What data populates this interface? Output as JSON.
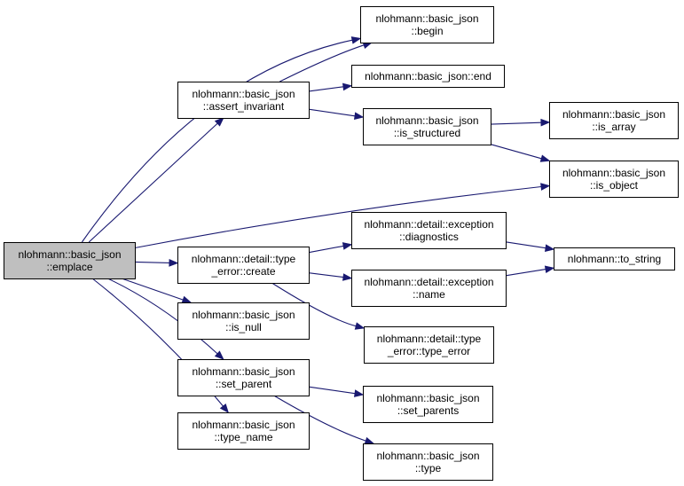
{
  "diagram": {
    "colors": {
      "edge": "#191970",
      "root_fill": "#bfbfbf",
      "node_fill": "#ffffff",
      "border": "#000000"
    },
    "nodes": {
      "emplace": [
        "nlohmann::basic_json",
        "::emplace"
      ],
      "begin": [
        "nlohmann::basic_json",
        "::begin"
      ],
      "assert_invariant": [
        "nlohmann::basic_json",
        "::assert_invariant"
      ],
      "end": [
        "nlohmann::basic_json::end"
      ],
      "is_structured": [
        "nlohmann::basic_json",
        "::is_structured"
      ],
      "is_array": [
        "nlohmann::basic_json",
        "::is_array"
      ],
      "is_object": [
        "nlohmann::basic_json",
        "::is_object"
      ],
      "type_error_create": [
        "nlohmann::detail::type",
        "_error::create"
      ],
      "diagnostics": [
        "nlohmann::detail::exception",
        "::diagnostics"
      ],
      "to_string": [
        "nlohmann::to_string"
      ],
      "exception_name": [
        "nlohmann::detail::exception",
        "::name"
      ],
      "type_error_ctor": [
        "nlohmann::detail::type",
        "_error::type_error"
      ],
      "is_null": [
        "nlohmann::basic_json",
        "::is_null"
      ],
      "set_parent": [
        "nlohmann::basic_json",
        "::set_parent"
      ],
      "set_parents": [
        "nlohmann::basic_json",
        "::set_parents"
      ],
      "type": [
        "nlohmann::basic_json",
        "::type"
      ],
      "type_name": [
        "nlohmann::basic_json",
        "::type_name"
      ]
    },
    "edges": [
      [
        "emplace",
        "begin"
      ],
      [
        "emplace",
        "assert_invariant"
      ],
      [
        "emplace",
        "is_object"
      ],
      [
        "emplace",
        "type_error_create"
      ],
      [
        "emplace",
        "is_null"
      ],
      [
        "emplace",
        "set_parent"
      ],
      [
        "emplace",
        "type_name"
      ],
      [
        "assert_invariant",
        "begin"
      ],
      [
        "assert_invariant",
        "end"
      ],
      [
        "assert_invariant",
        "is_structured"
      ],
      [
        "is_structured",
        "is_array"
      ],
      [
        "is_structured",
        "is_object"
      ],
      [
        "type_error_create",
        "diagnostics"
      ],
      [
        "type_error_create",
        "exception_name"
      ],
      [
        "type_error_create",
        "type_error_ctor"
      ],
      [
        "diagnostics",
        "to_string"
      ],
      [
        "exception_name",
        "to_string"
      ],
      [
        "set_parent",
        "set_parents"
      ],
      [
        "set_parent",
        "type"
      ]
    ]
  }
}
